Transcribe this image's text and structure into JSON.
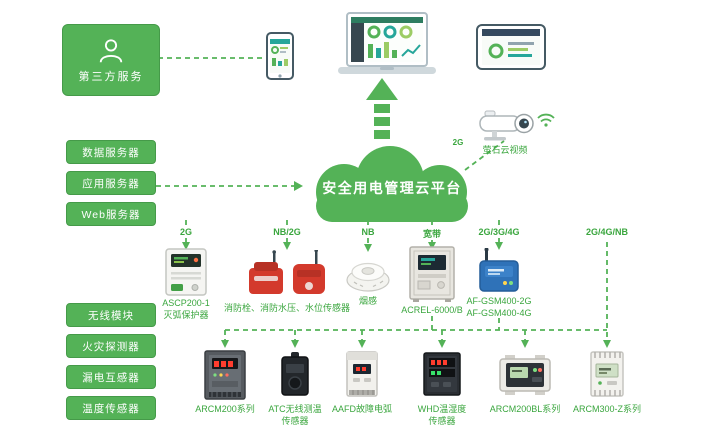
{
  "cloud": {
    "title": "安全用电管理云平台"
  },
  "third_party": {
    "label": "第三方服务"
  },
  "servers": [
    "数据服务器",
    "应用服务器",
    "Web服务器"
  ],
  "modules": [
    "无线模块",
    "火灾探测器",
    "漏电互感器",
    "温度传感器"
  ],
  "camera": {
    "label": "萤石云视频",
    "link": "2G"
  },
  "links": [
    "2G",
    "NB/2G",
    "NB",
    "宽带",
    "2G/3G/4G",
    "2G/4G/NB"
  ],
  "middle_captions": [
    "ASCP200-1\n灭弧保护器",
    "消防栓、消防水压、水位传感器",
    "烟感",
    "ACREL-6000/B",
    "AF-GSM400-2G\nAF-GSM400-4G"
  ],
  "bottom_captions": [
    "ARCM200系列",
    "ATC无线测温\n传感器",
    "AAFD故障电弧",
    "WHD温湿度\n传感器",
    "ARCM200BL系列",
    "ARCM300-Z系列"
  ],
  "colors": {
    "accent_green": "#54b257",
    "caption_green": "#3aa63e",
    "alarm_red": "#d33a2c",
    "gateway_blue": "#2f72b8"
  }
}
